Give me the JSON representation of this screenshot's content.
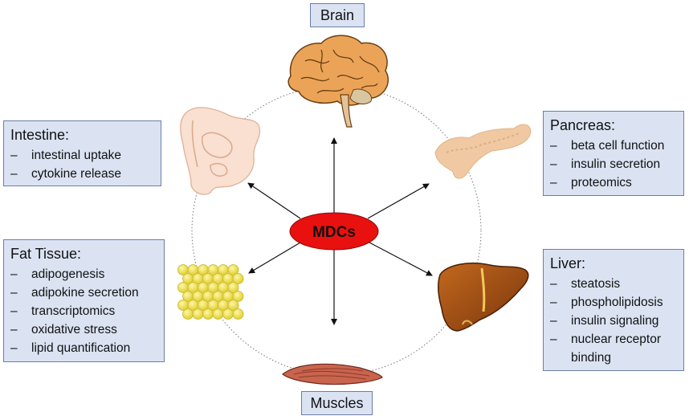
{
  "center": {
    "label": "MDCs"
  },
  "organs": {
    "brain": {
      "title": "Brain"
    },
    "muscles": {
      "title": "Muscles"
    },
    "intestine": {
      "title": "Intestine:",
      "items": [
        "intestinal uptake",
        "cytokine release"
      ]
    },
    "pancreas": {
      "title": "Pancreas:",
      "items": [
        "beta cell function",
        "insulin secretion",
        "proteomics"
      ]
    },
    "fat": {
      "title": "Fat Tissue:",
      "items": [
        "adipogenesis",
        "adipokine secretion",
        "transcriptomics",
        "oxidative stress",
        "lipid quantification"
      ]
    },
    "liver": {
      "title": "Liver:",
      "items": [
        "steatosis",
        "phospholipidosis",
        "insulin signaling",
        "nuclear receptor\nbinding"
      ]
    }
  },
  "bullet": "–",
  "colors": {
    "box_fill": "#dbe3f3",
    "box_border": "#6a7fa6",
    "center_fill": "#e8110f",
    "brain": "#e8a65c",
    "pancreas": "#f0c9a2",
    "liver": "#9a4a12",
    "fat": "#f0e24a",
    "muscle": "#c9644e",
    "intestine": "#f7d9c8"
  },
  "icons": [
    "brain-icon",
    "pancreas-icon",
    "liver-icon",
    "muscle-icon",
    "fat-cells-icon",
    "intestine-icon"
  ]
}
